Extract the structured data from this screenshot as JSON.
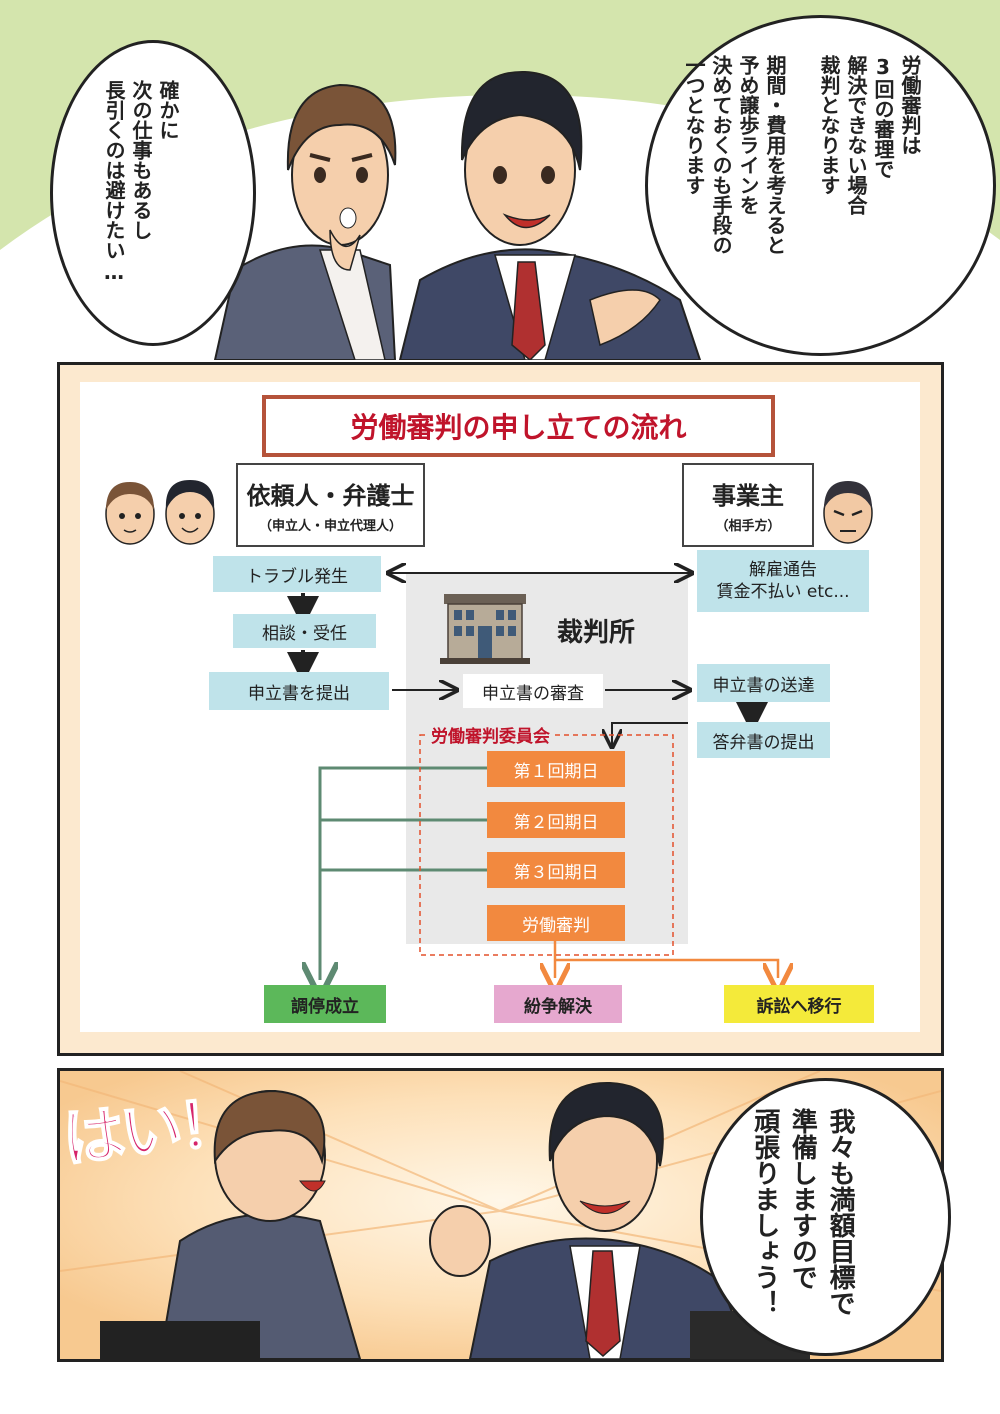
{
  "panel1": {
    "bubble_left_lines": [
      "確かに",
      "次の仕事もあるし",
      "長引くのは避けたい…"
    ],
    "bubble_right_lines": [
      "労働審判は",
      "3回の審理で",
      "解決できない場合",
      "裁判となります",
      "",
      "期間・費用を考えると",
      "予め譲歩ラインを",
      "決めておくのも手段の",
      "一つとなります"
    ]
  },
  "diagram": {
    "title": "労働審判の申し立ての流れ",
    "client": {
      "name": "依頼人・弁護士",
      "sub": "（申立人・申立代理人）"
    },
    "employer": {
      "name": "事業主",
      "sub": "（相手方）"
    },
    "court": "裁判所",
    "left_steps": [
      "トラブル発生",
      "相談・受任",
      "申立書を提出"
    ],
    "right_steps": {
      "issue": "解雇通告\n賃金不払い etc...",
      "delivery": "申立書の送達",
      "answer": "答弁書の提出"
    },
    "review": "申立書の審査",
    "committee": "労働審判委員会",
    "hearings": [
      "第１回期日",
      "第２回期日",
      "第３回期日",
      "労働審判"
    ],
    "outcomes": [
      "調停成立",
      "紛争解決",
      "訴訟へ移行"
    ],
    "colors": {
      "outcome1": "#5cb85a",
      "outcome2": "#e6a8cf",
      "outcome3": "#f4ea3a",
      "hearing": "#f2893f",
      "step": "#bfe3ea",
      "title_text": "#c0142b"
    }
  },
  "panel3": {
    "exclaim": "はい！",
    "bubble_lines": [
      "我々も満額目標で",
      "準備しますので",
      "頑張りましょう！"
    ]
  }
}
